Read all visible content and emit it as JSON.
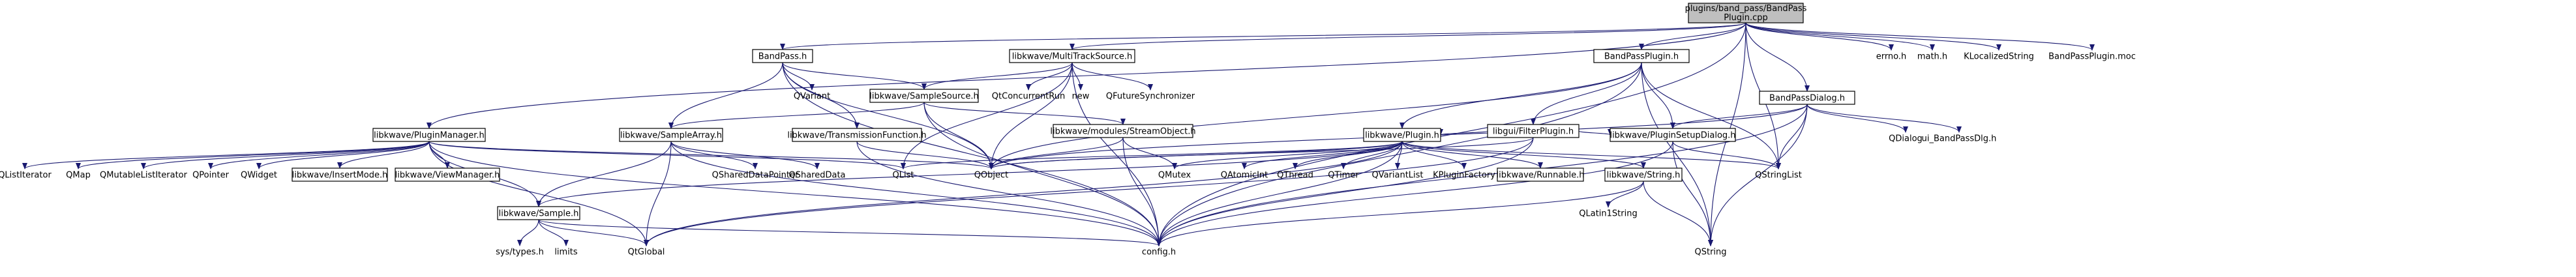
{
  "diagram": {
    "type": "include-dependency-graph",
    "colors": {
      "edge": "#191970",
      "root_fill": "#bfbfbf",
      "boxed_fill": "#ffffff",
      "boxed_stroke": "#000000",
      "external_text": "#000000"
    },
    "nodes": [
      {
        "id": "root",
        "label": "plugins/band_pass/BandPass\nPlugin.cpp",
        "kind": "root"
      },
      {
        "id": "bandpass_h",
        "label": "BandPass.h",
        "kind": "boxed"
      },
      {
        "id": "mts_h",
        "label": "libkwave/MultiTrackSource.h",
        "kind": "boxed"
      },
      {
        "id": "bpplugin_h",
        "label": "BandPassPlugin.h",
        "kind": "boxed"
      },
      {
        "id": "errno",
        "label": "errno.h",
        "kind": "external"
      },
      {
        "id": "math",
        "label": "math.h",
        "kind": "external"
      },
      {
        "id": "klocstr",
        "label": "KLocalizedString",
        "kind": "external"
      },
      {
        "id": "bpmoc",
        "label": "BandPassPlugin.moc",
        "kind": "external"
      },
      {
        "id": "bpdialog_h",
        "label": "BandPassDialog.h",
        "kind": "boxed"
      },
      {
        "id": "pluginmgr_h",
        "label": "libkwave/PluginManager.h",
        "kind": "boxed"
      },
      {
        "id": "qvariant",
        "label": "QVariant",
        "kind": "external"
      },
      {
        "id": "samplesource_h",
        "label": "libkwave/SampleSource.h",
        "kind": "boxed"
      },
      {
        "id": "qtconc",
        "label": "QtConcurrentRun",
        "kind": "external"
      },
      {
        "id": "new",
        "label": "new",
        "kind": "external"
      },
      {
        "id": "qfuturesync",
        "label": "QFutureSynchronizer",
        "kind": "external"
      },
      {
        "id": "filterplugin_h",
        "label": "libgui/FilterPlugin.h",
        "kind": "boxed"
      },
      {
        "id": "qdialog",
        "label": "QDialog",
        "kind": "external"
      },
      {
        "id": "uibpdlg",
        "label": "ui_BandPassDlg.h",
        "kind": "external"
      },
      {
        "id": "samplearray_h",
        "label": "libkwave/SampleArray.h",
        "kind": "boxed"
      },
      {
        "id": "transfn_h",
        "label": "libkwave/TransmissionFunction.h",
        "kind": "boxed"
      },
      {
        "id": "streamobj_h",
        "label": "libkwave/modules/StreamObject.h",
        "kind": "boxed"
      },
      {
        "id": "plugin_h",
        "label": "libkwave/Plugin.h",
        "kind": "boxed"
      },
      {
        "id": "pluginsetup_h",
        "label": "libkwave/PluginSetupDialog.h",
        "kind": "boxed"
      },
      {
        "id": "qlistiter",
        "label": "QListIterator",
        "kind": "external"
      },
      {
        "id": "qmap",
        "label": "QMap",
        "kind": "external"
      },
      {
        "id": "qmutlistiter",
        "label": "QMutableListIterator",
        "kind": "external"
      },
      {
        "id": "qpointer",
        "label": "QPointer",
        "kind": "external"
      },
      {
        "id": "qwidget",
        "label": "QWidget",
        "kind": "external"
      },
      {
        "id": "insertmode_h",
        "label": "libkwave/InsertMode.h",
        "kind": "boxed"
      },
      {
        "id": "viewmgr_h",
        "label": "libkwave/ViewManager.h",
        "kind": "boxed"
      },
      {
        "id": "qlist",
        "label": "QList",
        "kind": "external"
      },
      {
        "id": "qobject",
        "label": "QObject",
        "kind": "external"
      },
      {
        "id": "qshareddp",
        "label": "QSharedDataPointer",
        "kind": "external"
      },
      {
        "id": "qshareddata",
        "label": "QSharedData",
        "kind": "external"
      },
      {
        "id": "qmutex",
        "label": "QMutex",
        "kind": "external"
      },
      {
        "id": "qatomicint",
        "label": "QAtomicInt",
        "kind": "external"
      },
      {
        "id": "qthread",
        "label": "QThread",
        "kind": "external"
      },
      {
        "id": "qtimer",
        "label": "QTimer",
        "kind": "external"
      },
      {
        "id": "qvariantlist",
        "label": "QVariantList",
        "kind": "external"
      },
      {
        "id": "kpluginfactory",
        "label": "KPluginFactory",
        "kind": "external"
      },
      {
        "id": "runnable_h",
        "label": "libkwave/Runnable.h",
        "kind": "boxed"
      },
      {
        "id": "string_h",
        "label": "libkwave/String.h",
        "kind": "boxed"
      },
      {
        "id": "qstringlist",
        "label": "QStringList",
        "kind": "external"
      },
      {
        "id": "sample_h",
        "label": "libkwave/Sample.h",
        "kind": "boxed"
      },
      {
        "id": "systypes",
        "label": "sys/types.h",
        "kind": "external"
      },
      {
        "id": "limits",
        "label": "limits",
        "kind": "external"
      },
      {
        "id": "qtglobal",
        "label": "QtGlobal",
        "kind": "external"
      },
      {
        "id": "config_h",
        "label": "config.h",
        "kind": "external"
      },
      {
        "id": "qlatin1",
        "label": "QLatin1String",
        "kind": "external"
      },
      {
        "id": "qstring",
        "label": "QString",
        "kind": "external"
      }
    ],
    "edges": [
      [
        "root",
        "bandpass_h"
      ],
      [
        "root",
        "mts_h"
      ],
      [
        "root",
        "bpplugin_h"
      ],
      [
        "root",
        "errno"
      ],
      [
        "root",
        "math"
      ],
      [
        "root",
        "klocstr"
      ],
      [
        "root",
        "bpmoc"
      ],
      [
        "root",
        "bpdialog_h"
      ],
      [
        "root",
        "pluginmgr_h"
      ],
      [
        "root",
        "qstringlist"
      ],
      [
        "root",
        "config_h"
      ],
      [
        "root",
        "qstring"
      ],
      [
        "bandpass_h",
        "qvariant"
      ],
      [
        "bandpass_h",
        "samplesource_h"
      ],
      [
        "bandpass_h",
        "samplearray_h"
      ],
      [
        "bandpass_h",
        "transfn_h"
      ],
      [
        "bandpass_h",
        "qobject"
      ],
      [
        "bandpass_h",
        "config_h"
      ],
      [
        "mts_h",
        "samplesource_h"
      ],
      [
        "mts_h",
        "qtconc"
      ],
      [
        "mts_h",
        "new"
      ],
      [
        "mts_h",
        "qfuturesync"
      ],
      [
        "mts_h",
        "qlist"
      ],
      [
        "mts_h",
        "qobject"
      ],
      [
        "mts_h",
        "config_h"
      ],
      [
        "samplesource_h",
        "samplearray_h"
      ],
      [
        "samplesource_h",
        "streamobj_h"
      ],
      [
        "samplesource_h",
        "qobject"
      ],
      [
        "samplesource_h",
        "config_h"
      ],
      [
        "bpplugin_h",
        "filterplugin_h"
      ],
      [
        "bpplugin_h",
        "plugin_h"
      ],
      [
        "bpplugin_h",
        "pluginsetup_h"
      ],
      [
        "bpplugin_h",
        "qobject"
      ],
      [
        "bpplugin_h",
        "qstringlist"
      ],
      [
        "bpplugin_h",
        "qstring"
      ],
      [
        "bpplugin_h",
        "config_h"
      ],
      [
        "bpdialog_h",
        "qdialog"
      ],
      [
        "bpdialog_h",
        "uibpdlg"
      ],
      [
        "bpdialog_h",
        "pluginsetup_h"
      ],
      [
        "bpdialog_h",
        "qobject"
      ],
      [
        "bpdialog_h",
        "qstringlist"
      ],
      [
        "bpdialog_h",
        "qstring"
      ],
      [
        "bpdialog_h",
        "config_h"
      ],
      [
        "filterplugin_h",
        "plugin_h"
      ],
      [
        "filterplugin_h",
        "pluginsetup_h"
      ],
      [
        "filterplugin_h",
        "qobject"
      ],
      [
        "filterplugin_h",
        "qtglobal"
      ],
      [
        "filterplugin_h",
        "config_h"
      ],
      [
        "samplearray_h",
        "sample_h"
      ],
      [
        "samplearray_h",
        "qshareddp"
      ],
      [
        "samplearray_h",
        "qshareddata"
      ],
      [
        "samplearray_h",
        "qtglobal"
      ],
      [
        "samplearray_h",
        "config_h"
      ],
      [
        "transfn_h",
        "qobject"
      ],
      [
        "transfn_h",
        "config_h"
      ],
      [
        "streamobj_h",
        "qobject"
      ],
      [
        "streamobj_h",
        "qmutex"
      ],
      [
        "streamobj_h",
        "config_h"
      ],
      [
        "plugin_h",
        "qatomicint"
      ],
      [
        "plugin_h",
        "qthread"
      ],
      [
        "plugin_h",
        "qtimer"
      ],
      [
        "plugin_h",
        "qvariantlist"
      ],
      [
        "plugin_h",
        "kpluginfactory"
      ],
      [
        "plugin_h",
        "runnable_h"
      ],
      [
        "plugin_h",
        "string_h"
      ],
      [
        "plugin_h",
        "qobject"
      ],
      [
        "plugin_h",
        "qmutex"
      ],
      [
        "plugin_h",
        "qstringlist"
      ],
      [
        "plugin_h",
        "sample_h"
      ],
      [
        "plugin_h",
        "qlist"
      ],
      [
        "plugin_h",
        "qtglobal"
      ],
      [
        "plugin_h",
        "config_h"
      ],
      [
        "pluginsetup_h",
        "qstringlist"
      ],
      [
        "pluginsetup_h",
        "qstring"
      ],
      [
        "pluginsetup_h",
        "config_h"
      ],
      [
        "pluginmgr_h",
        "qlistiter"
      ],
      [
        "pluginmgr_h",
        "qmap"
      ],
      [
        "pluginmgr_h",
        "qmutlistiter"
      ],
      [
        "pluginmgr_h",
        "qpointer"
      ],
      [
        "pluginmgr_h",
        "qwidget"
      ],
      [
        "pluginmgr_h",
        "insertmode_h"
      ],
      [
        "pluginmgr_h",
        "viewmgr_h"
      ],
      [
        "pluginmgr_h",
        "sample_h"
      ],
      [
        "pluginmgr_h",
        "qlist"
      ],
      [
        "pluginmgr_h",
        "qobject"
      ],
      [
        "pluginmgr_h",
        "qtglobal"
      ],
      [
        "pluginmgr_h",
        "config_h"
      ],
      [
        "sample_h",
        "systypes"
      ],
      [
        "sample_h",
        "limits"
      ],
      [
        "sample_h",
        "qtglobal"
      ],
      [
        "sample_h",
        "config_h"
      ],
      [
        "string_h",
        "qlatin1"
      ],
      [
        "string_h",
        "qstring"
      ],
      [
        "string_h",
        "config_h"
      ]
    ]
  }
}
